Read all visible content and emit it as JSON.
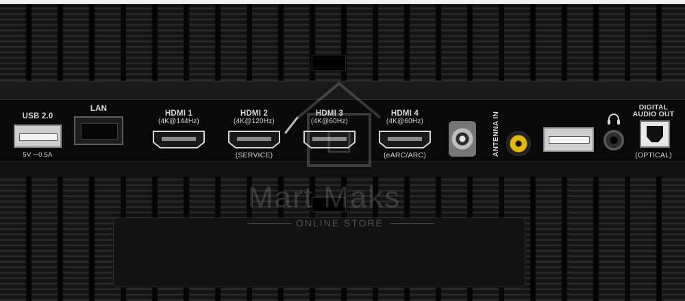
{
  "ports": {
    "usb1": {
      "label": "USB 2.0",
      "sublabel": "5V ⎓0.5A"
    },
    "lan": {
      "label": "LAN"
    },
    "hdmi1": {
      "label": "HDMI 1",
      "spec": "(4K@144Hz)"
    },
    "hdmi2": {
      "label": "HDMI 2",
      "spec": "(4K@120Hz)",
      "sublabel": "(SERVICE)"
    },
    "hdmi3": {
      "label": "HDMI 3",
      "spec": "(4K@60Hz)"
    },
    "hdmi4": {
      "label": "HDMI 4",
      "spec": "(4K@60Hz)",
      "sublabel": "(eARC/ARC)"
    },
    "antenna": {
      "label": "ANTENNA IN"
    },
    "headphone": {
      "icon": "headphone-icon"
    },
    "optical": {
      "label_line1": "DIGITAL",
      "label_line2": "AUDIO OUT",
      "sublabel": "(OPTICAL)"
    }
  },
  "watermark": {
    "brand": "Mart Maks",
    "subtitle": "ONLINE STORE"
  },
  "colors": {
    "rca_yellow": "#e1b800",
    "panel": "#151515",
    "label": "#d8d8d8"
  }
}
